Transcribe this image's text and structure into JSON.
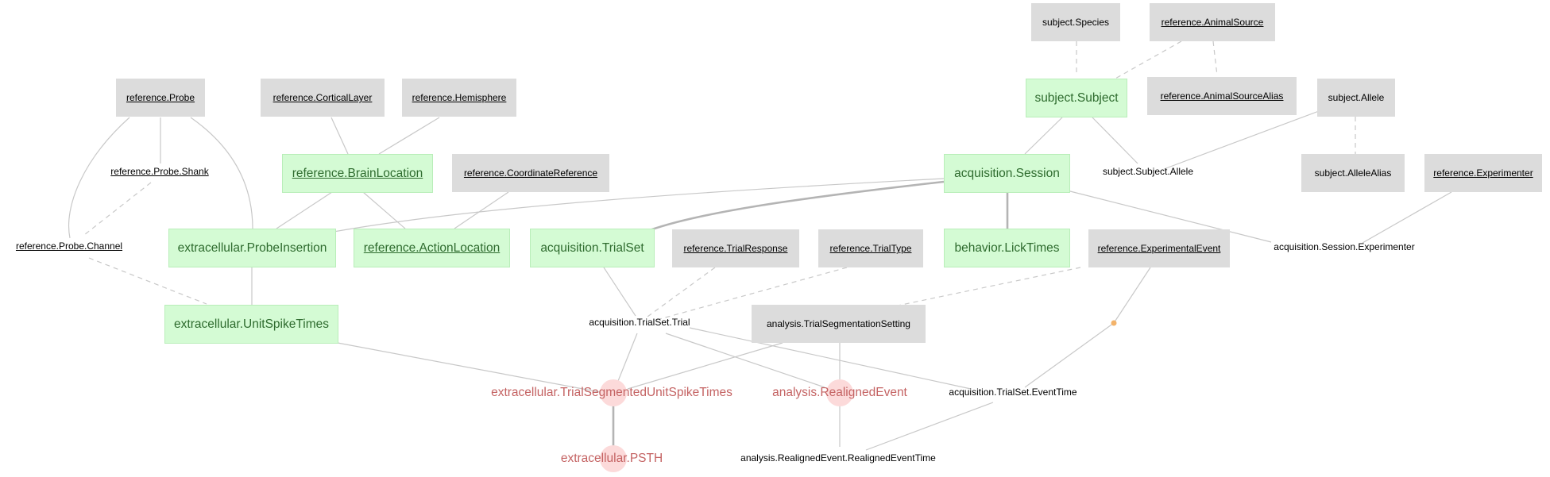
{
  "lookup": {
    "species": "subject.Species",
    "animal_source": "reference.AnimalSource",
    "animal_source_alias": "reference.AnimalSourceAlias",
    "allele": "subject.Allele",
    "allele_alias": "subject.AlleleAlias",
    "experimenter": "reference.Experimenter",
    "probe": "reference.Probe",
    "cortical_layer": "reference.CorticalLayer",
    "hemisphere": "reference.Hemisphere",
    "coordinate_reference": "reference.CoordinateReference",
    "trial_response": "reference.TrialResponse",
    "trial_type": "reference.TrialType",
    "experimental_event": "reference.ExperimentalEvent",
    "trial_segmentation_setting": "analysis.TrialSegmentationSetting"
  },
  "manual": {
    "subject": "subject.Subject",
    "session": "acquisition.Session",
    "brain_location": "reference.BrainLocation",
    "probe_insertion": "extracellular.ProbeInsertion",
    "action_location": "reference.ActionLocation",
    "trial_set": "acquisition.TrialSet",
    "lick_times": "behavior.LickTimes",
    "unit_spike_times": "extracellular.UnitSpikeTimes"
  },
  "part": {
    "probe_shank": "reference.Probe.Shank",
    "probe_channel": "reference.Probe.Channel",
    "subject_allele": "subject.Subject.Allele",
    "session_experimenter": "acquisition.Session.Experimenter",
    "trial_set_trial": "acquisition.TrialSet.Trial",
    "trial_set_event_time": "acquisition.TrialSet.EventTime",
    "realigned_event_time": "analysis.RealignedEvent.RealignedEventTime"
  },
  "computed": {
    "trial_segmented_unit_spike_times": "extracellular.TrialSegmentedUnitSpikeTimes",
    "realigned_event": "analysis.RealignedEvent",
    "psth": "extracellular.PSTH"
  },
  "colors": {
    "lookup_fill": "#dcdcdc",
    "manual_fill": "#d4fbd4",
    "manual_text": "#2e6b2e",
    "computed_fill": "#fcdada",
    "computed_text": "#c46262",
    "edge": "#c8c8c8",
    "part_dot": "#f3b36a"
  }
}
